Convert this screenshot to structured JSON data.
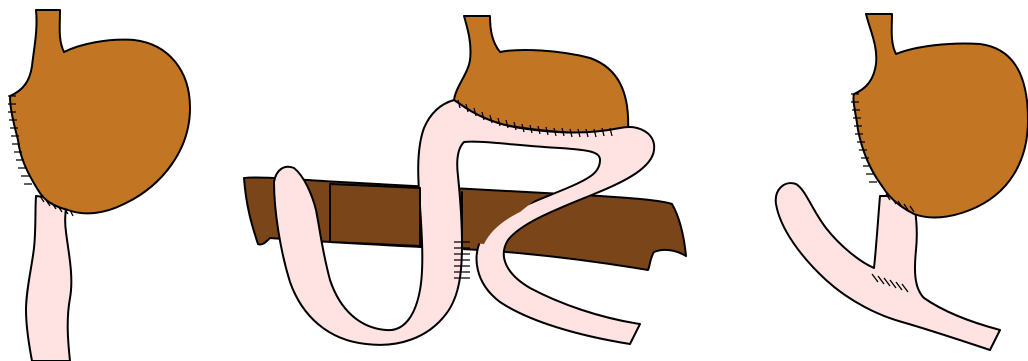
{
  "figure": {
    "panels": [
      {
        "id": "panel-1",
        "label": "",
        "description_visible": false
      },
      {
        "id": "panel-2",
        "label": "",
        "description_visible": false
      },
      {
        "id": "panel-3",
        "label": "",
        "description_visible": false
      }
    ]
  },
  "colors": {
    "stomach": "#C27624",
    "intestine": "#FFE3E3",
    "colon": "#7A4518",
    "outline": "#000000",
    "background": "#FFFFFF"
  }
}
